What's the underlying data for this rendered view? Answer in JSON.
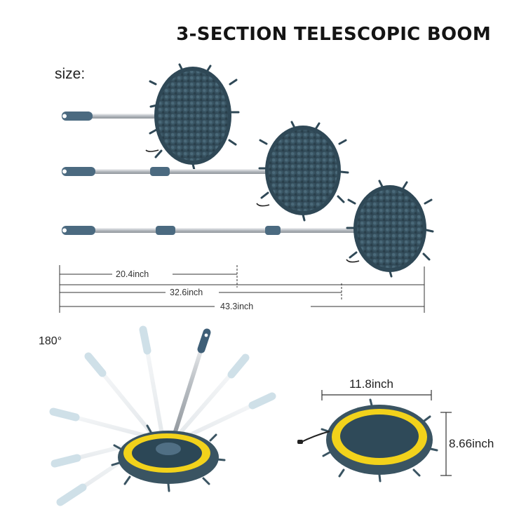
{
  "headline": "3-SECTION TELESCOPIC BOOM",
  "size_label": "size:",
  "dimensions": {
    "short": "20.4inch",
    "mid": "32.6inch",
    "long": "43.3inch"
  },
  "rotation_label": "180°",
  "pad": {
    "width": "11.8inch",
    "height": "8.66inch"
  },
  "colors": {
    "chenille": "#37505e",
    "grip": "#4b6a80",
    "pad_rim": "#f2d21b",
    "pole": "#c8ccd0"
  }
}
